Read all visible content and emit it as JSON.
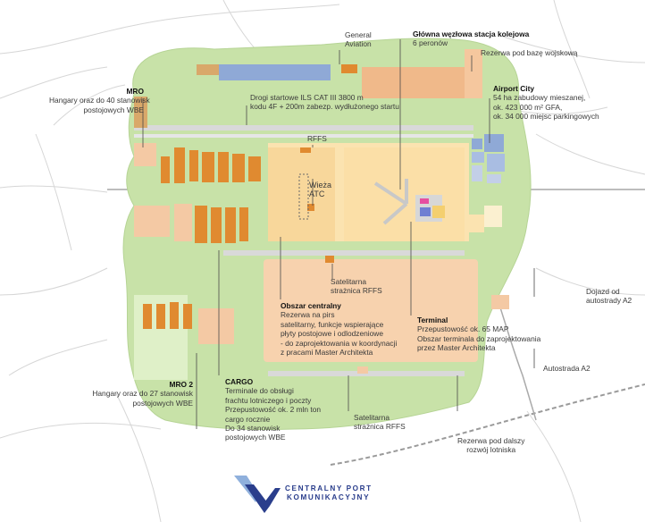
{
  "labels": {
    "general_aviation": "General\nAviation",
    "station_title": "Główna węzłowa stacja kolejowa",
    "station_sub": "6 peronów",
    "military": "Rezerwa pod bazę wojskową",
    "mro_title": "MRO",
    "mro_sub": "Hangary oraz do 40 stanowisk\npostojowych WBE",
    "runways": "Drogi startowe ILS CAT III 3800 m\nkodu 4F + 200m zabezp. wydłużonego startu",
    "airport_city_title": "Airport City",
    "airport_city_sub": "54 ha zabudowy mieszanej,\nok. 423 000 m² GFA,\nok. 34 000 miejsc parkingowych",
    "rffs_top": "RFFS",
    "tower": "Wieża\nATC",
    "sat_rffs_1": "Satelitarna\nstrażnica RFFS",
    "central_title": "Obszar centralny",
    "central_sub": "Rezerwa na pirs\nsatelitarny, funkcje wspierające\npłyty postojowe i odlodzeniowe\n- do zaprojektowania w koordynacji\nz pracami Master Architekta",
    "terminal_title": "Terminal",
    "terminal_sub": "Przepustowość ok. 65 MAP\nObszar terminala do zaprojektowania\nprzez Master Architekta",
    "a2_access": "Dojazd od\nautostrady A2",
    "a2": "Autostrada A2",
    "mro2_title": "MRO 2",
    "mro2_sub": "Hangary oraz do 27 stanowisk\npostojowych WBE",
    "cargo_title": "CARGO",
    "cargo_sub": "Terminale do obsługi\nfrachtu lotniczego i poczty\nPrzepustowość ok. 2 mln ton\ncargo rocznie\nDo 34 stanowisk\npostojowych WBE",
    "sat_rffs_2": "Satelitarna\nstrażnica RFFS",
    "reserve": "Rezerwa pod dalszy\nrozwój lotniska"
  },
  "logo": {
    "line1": "CENTRALNY PORT",
    "line2": "KOMUNIKACYJNY"
  },
  "colors": {
    "green_area": "#c8e2a8",
    "core": "#fbe3b0",
    "terminal_area": "#f7d2ae",
    "buildings": "#e08a30",
    "military": "#f0b98a",
    "ga_blue": "#8fa9d6",
    "roads": "#b9b9b9",
    "logo_blue": "#2a3e8c",
    "logo_light": "#8fb0dc"
  }
}
